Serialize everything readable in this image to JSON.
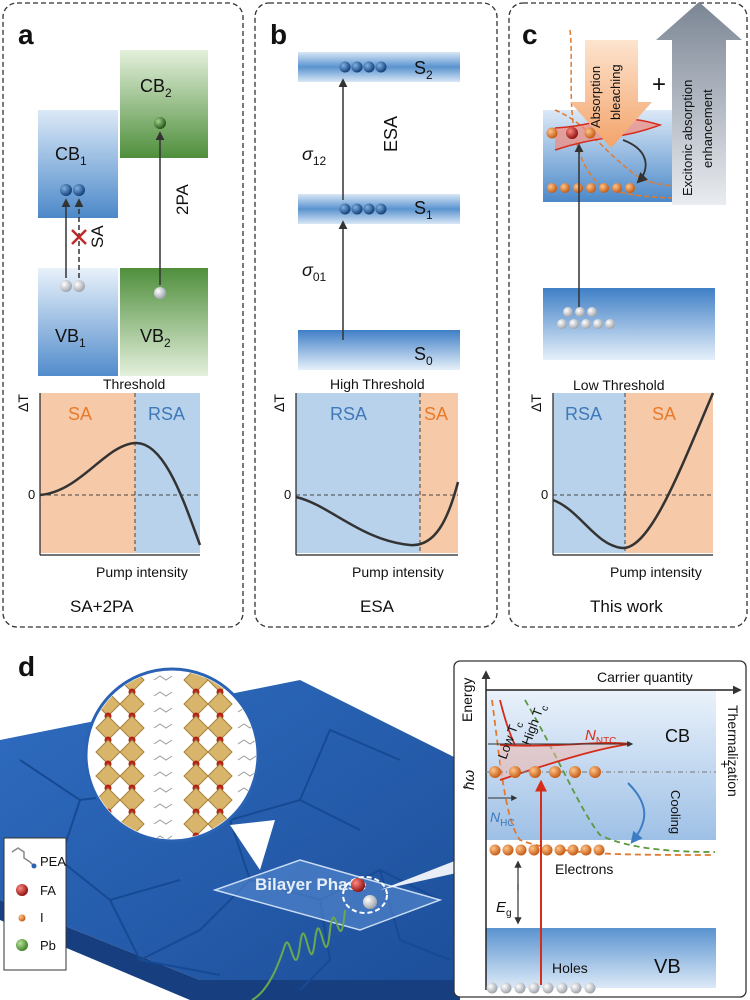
{
  "panel_a": {
    "label": "a",
    "cb1": "CB",
    "cb1_sub": "1",
    "vb1": "VB",
    "vb1_sub": "1",
    "cb2": "CB",
    "cb2_sub": "2",
    "vb2": "VB",
    "vb2_sub": "2",
    "sa_arrow_label": "SA",
    "tpa_label": "2PA",
    "threshold": "Threshold",
    "region_left": "SA",
    "region_right": "RSA",
    "y_label": "ΔT",
    "zero": "0",
    "x_label": "Pump intensity",
    "caption": "SA+2PA"
  },
  "panel_b": {
    "label": "b",
    "s2": "S",
    "s2_sub": "2",
    "s1": "S",
    "s1_sub": "1",
    "s0": "S",
    "s0_sub": "0",
    "esa": "ESA",
    "sigma12": "σ",
    "sigma12_sub": "12",
    "sigma01": "σ",
    "sigma01_sub": "01",
    "threshold": "High Threshold",
    "region_left": "RSA",
    "region_right": "SA",
    "y_label": "ΔT",
    "zero": "0",
    "x_label": "Pump intensity",
    "caption": "ESA"
  },
  "panel_c": {
    "label": "c",
    "bleaching": [
      "Absorption",
      "bleaching"
    ],
    "plus": "+",
    "enhancement": [
      "Excitonic absorption",
      "enhancement"
    ],
    "threshold": "Low Threshold",
    "region_left": "RSA",
    "region_right": "SA",
    "y_label": "ΔT",
    "zero": "0",
    "x_label": "Pump intensity",
    "caption": "This work"
  },
  "panel_d": {
    "label": "d",
    "legend": [
      "PEA",
      "FA",
      "I",
      "Pb"
    ],
    "bilayer": "Bilayer Phase",
    "energy": "Energy",
    "carrier_quantity": "Carrier quantity",
    "low_tc": "Low T",
    "low_tc_sub": "c",
    "high_tc": "High T",
    "high_tc_sub": "c",
    "n_ntc": "N",
    "n_ntc_sub": "NTC",
    "cb": "CB",
    "hbar_omega": "ħω",
    "n_hc": "N",
    "n_hc_sub": "HC",
    "thermalization": "Thermalization",
    "plus": "+",
    "cooling": "Cooling",
    "electrons": "Electrons",
    "eg": "E",
    "eg_sub": "g",
    "holes": "Holes",
    "vb": "VB"
  },
  "colors": {
    "sa_region": "#f6c9a8",
    "rsa_region": "#b9d2ec",
    "sa_text": "#e87a2a",
    "rsa_text": "#3f79b8",
    "blue_band": "#3c7dc4",
    "green_band": "#5e9e4a",
    "red_line": "#d62c1a",
    "orange_dash": "#e07a30",
    "green_dash": "#5a9a40",
    "surface": "#2a62b4"
  }
}
